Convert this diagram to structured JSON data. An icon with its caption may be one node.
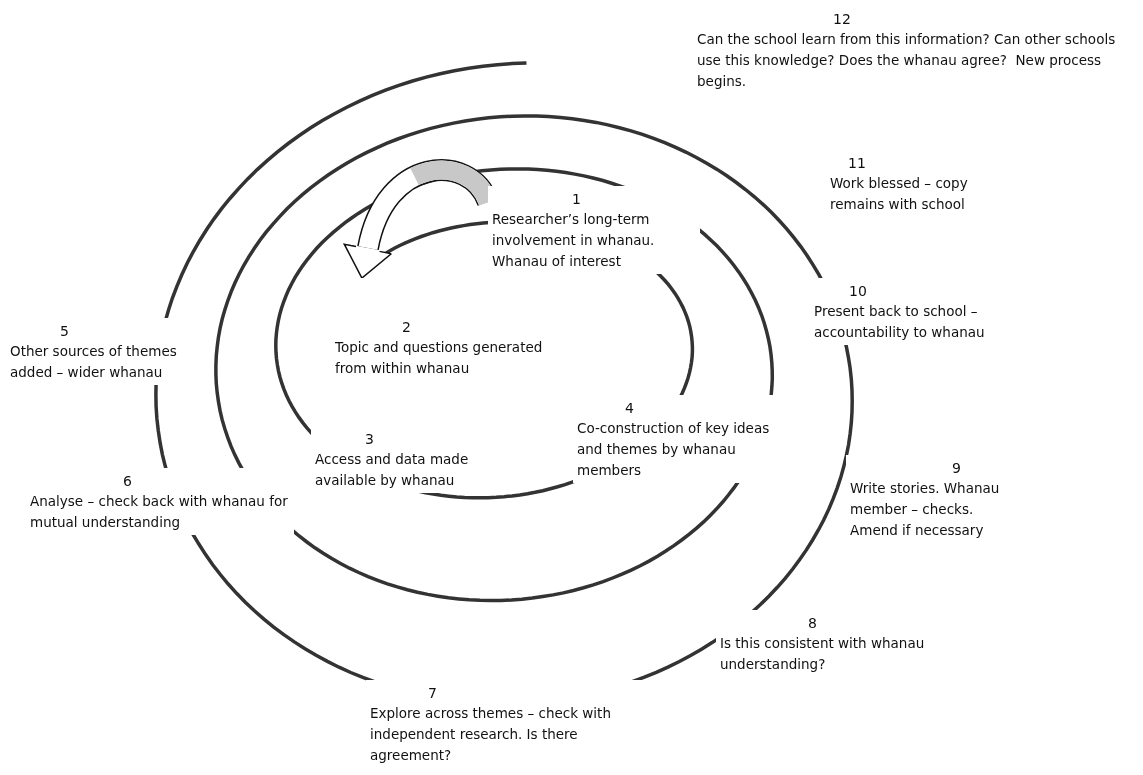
{
  "diagram": {
    "nodes": [
      {
        "text": [
          "1",
          "Researcher’s long-term involvement in whanau. Whanau of interest"
        ]
      },
      {
        "text": [
          "2",
          "Topic and questions generated from within whanau"
        ]
      },
      {
        "text": [
          "3",
          "Access and data made available by whanau"
        ]
      },
      {
        "text": [
          "4",
          "Co-construction of key ideas and themes by whanau members"
        ]
      },
      {
        "text": [
          "5",
          "Other sources of themes added – wider whanau"
        ]
      },
      {
        "text": [
          "6",
          "Analyse – check back with whanau for mutual understanding"
        ]
      },
      {
        "text": [
          "7",
          "Explore across themes – check with independent research. Is there agreement?"
        ]
      },
      {
        "text": [
          "8",
          "Is this consistent with whanau understanding?"
        ]
      },
      {
        "text": [
          "9",
          "Write stories. Whanau member – checks. Amend if necessary"
        ]
      },
      {
        "text": [
          "10",
          "Present back to school – accountability to whanau"
        ]
      },
      {
        "text": [
          "11",
          "Work blessed – copy remains with school"
        ]
      },
      {
        "text": [
          "12",
          "Can the school learn from this information? Can other schools use this knowledge? Does the whanau agree?  New process begins."
        ]
      }
    ],
    "edges": [
      {
        "from": 0,
        "to": 1,
        "arrow": "to"
      }
    ]
  }
}
